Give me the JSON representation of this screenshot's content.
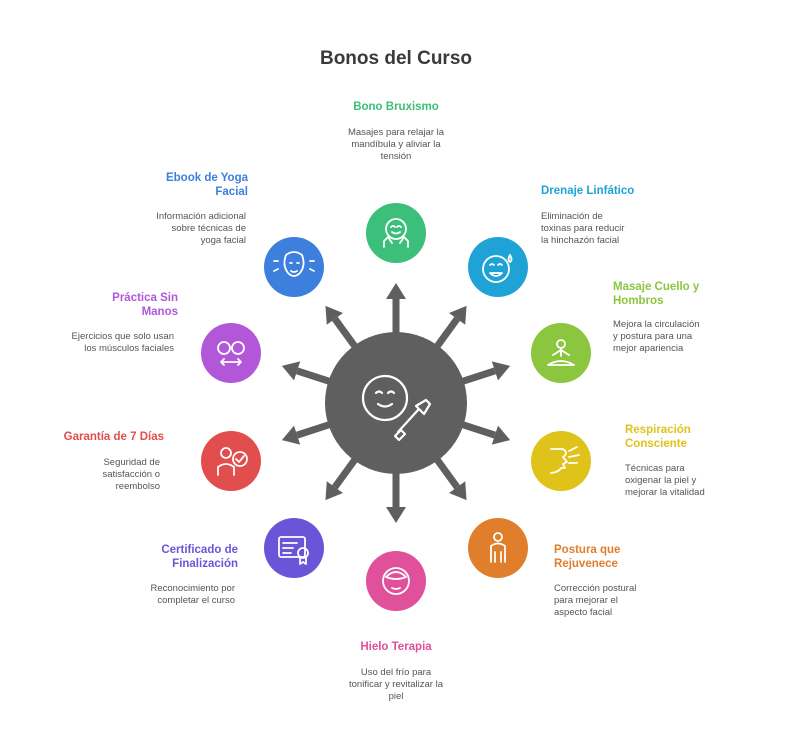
{
  "title": "Bonos del Curso",
  "colors": {
    "hub": "#5f5f5f",
    "text": "#555555"
  },
  "nodes": [
    {
      "id": "bruxismo",
      "label": "Bono Bruxismo",
      "desc": "Masajes para relajar la mandíbula y aliviar la tensión",
      "color": "#3bbf7a",
      "icon": "smile-hands-icon"
    },
    {
      "id": "linfatico",
      "label": "Drenaje Linfático",
      "desc": "Eliminación de toxinas para reducir la hinchazón facial",
      "color": "#1fa3d6",
      "icon": "sweat-face-icon"
    },
    {
      "id": "cuello",
      "label": "Masaje Cuello y Hombros",
      "desc": "Mejora la circulación y postura para una mejor apariencia",
      "color": "#8cc63e",
      "icon": "meditation-icon"
    },
    {
      "id": "respiracion",
      "label": "Respiración Consciente",
      "desc": "Técnicas para oxigenar la piel y mejorar la vitalidad",
      "color": "#e0c31a",
      "icon": "breath-face-icon"
    },
    {
      "id": "postura",
      "label": "Postura que Rejuvenece",
      "desc": "Corrección postural para mejorar el aspecto facial",
      "color": "#e07e2b",
      "icon": "person-icon"
    },
    {
      "id": "hielo",
      "label": "Hielo Terapia",
      "desc": "Uso del frío para tonificar y revitalizar la piel",
      "color": "#e0509b",
      "icon": "face-mask-icon"
    },
    {
      "id": "certificado",
      "label": "Certificado de Finalización",
      "desc": "Reconocimiento por completar el curso",
      "color": "#6a55d8",
      "icon": "certificate-icon"
    },
    {
      "id": "garantia",
      "label": "Garantía de 7 Días",
      "desc": "Seguridad de satisfacción o reembolso",
      "color": "#e24d4d",
      "icon": "person-check-icon"
    },
    {
      "id": "manos",
      "label": "Práctica Sin Manos",
      "desc": "Ejercicios que solo usan los músculos faciales",
      "color": "#b257d8",
      "icon": "glasses-arrows-icon"
    },
    {
      "id": "ebook",
      "label": "Ebook de Yoga Facial",
      "desc": "Información adicional sobre técnicas de yoga facial",
      "color": "#3d7fdc",
      "icon": "yoga-face-icon"
    }
  ]
}
